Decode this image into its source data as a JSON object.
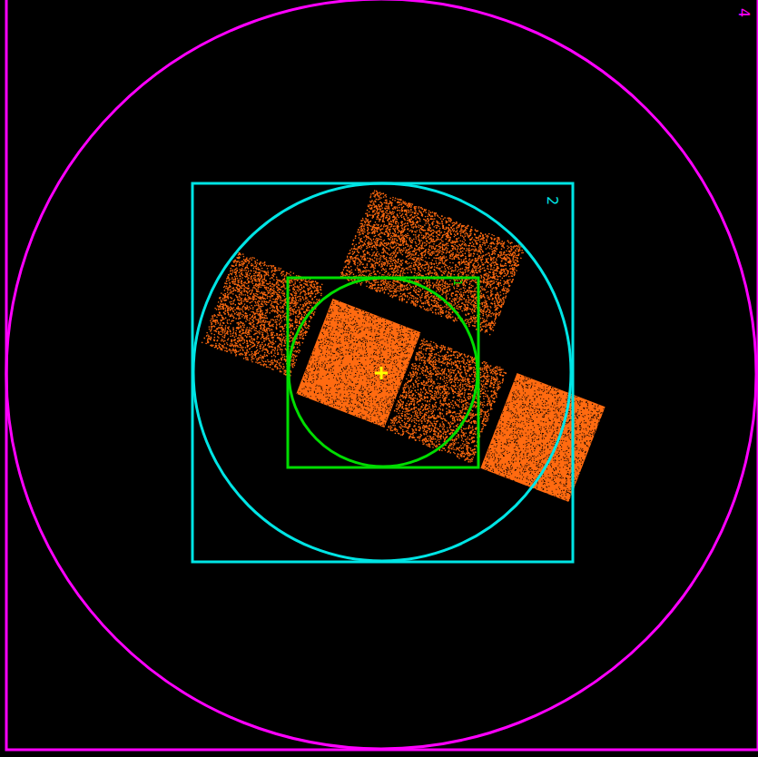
{
  "diagram": {
    "labels": [
      "4",
      "2",
      "1"
    ]
  }
}
